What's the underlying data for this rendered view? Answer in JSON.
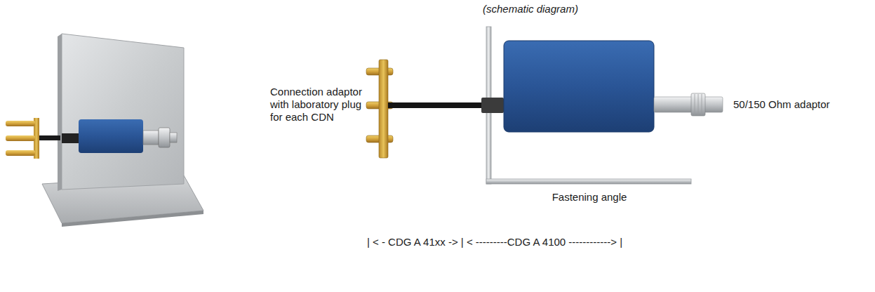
{
  "diagram": {
    "labels": [
      "(schematic diagram)",
      "Connection adaptor with laboratory plug for each CDN",
      "50/150 Ohm adaptor",
      "Fastening angle",
      "| < - CDG A 41xx -> | < ---------CDG A 4100 ------------> |"
    ]
  }
}
